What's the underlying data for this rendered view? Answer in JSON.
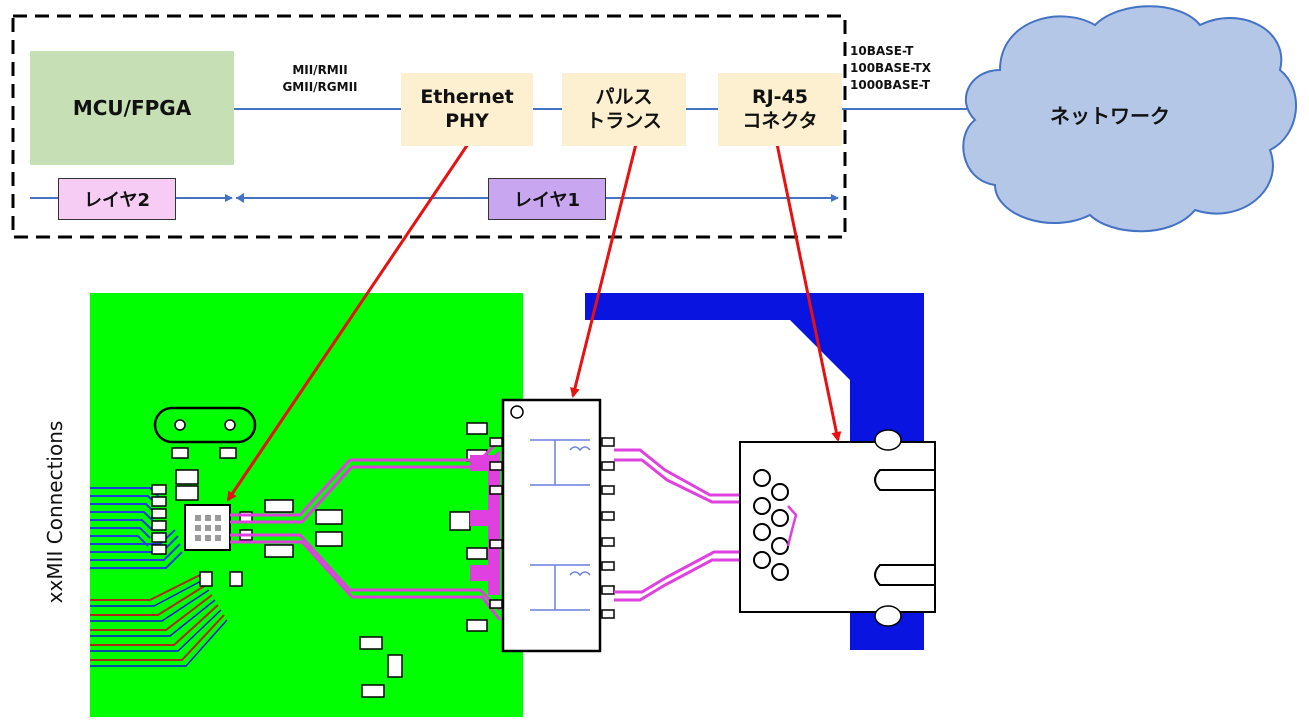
{
  "blocks": {
    "mcu": "MCU/FPGA",
    "phy": [
      "Ethernet",
      "PHY"
    ],
    "pulse": [
      "パルス",
      "トランス"
    ],
    "rj45": [
      "RJ-45",
      "コネクタ"
    ],
    "network": "ネットワーク"
  },
  "interfaces": [
    "MII/RMII",
    "GMII/RGMII"
  ],
  "speeds": [
    "10BASE-T",
    "100BASE-TX",
    "1000BASE-T"
  ],
  "layers": {
    "layer2": "レイヤ2",
    "layer1": "レイヤ1"
  },
  "pcb_label": "xxMII Connections",
  "colors": {
    "mcu_fill": "#c6dfb4",
    "block_fill": "#fdf0d0",
    "layer2_fill": "#f6ccf4",
    "layer1_fill": "#c9a6f0",
    "cloud_fill": "#b4c7e7",
    "link_line": "#4472c4",
    "arrow": "#e81010",
    "pcb_green": "#00ff00",
    "bracket_blue": "#0a14e0",
    "trace_magenta": "#e040e0"
  }
}
